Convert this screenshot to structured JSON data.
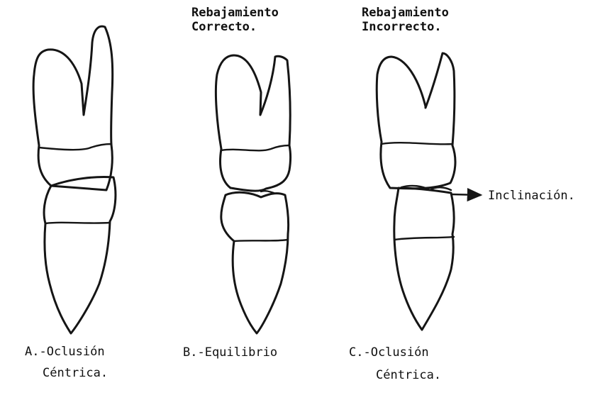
{
  "figure": {
    "headers": {
      "b_line1": "Rebajamiento",
      "b_line2": "Correcto.",
      "c_line1": "Rebajamiento",
      "c_line2": "Incorrecto."
    },
    "annotation": "Inclinación.",
    "captions": {
      "a_line1": "A.-Oclusión",
      "a_line2": "Céntrica.",
      "b_line1": "B.-Equilibrio",
      "c_line1": "C.-Oclusión",
      "c_line2": "Céntrica."
    }
  },
  "colors": {
    "ink": "#151515",
    "background": "#ffffff"
  }
}
